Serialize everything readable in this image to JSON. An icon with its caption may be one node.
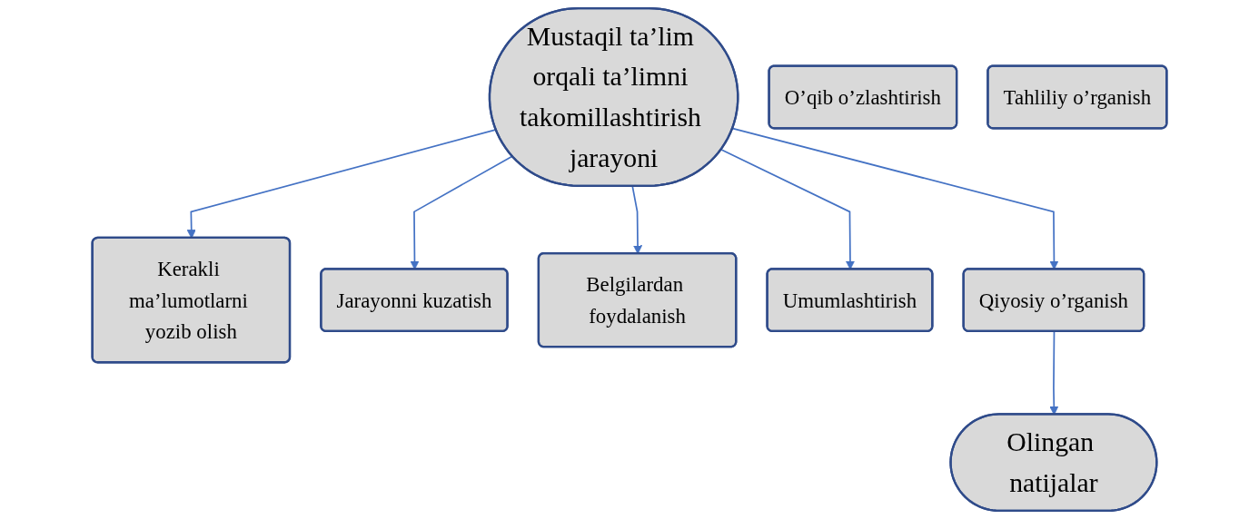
{
  "diagram": {
    "nodes": [
      {
        "text": [
          "Mustaqil ta’lim orqali ta’limni takomillashtirish jarayoni"
        ]
      },
      {
        "text": [
          "Kerakli ma’lumotlarni yozib olish"
        ]
      },
      {
        "text": [
          "Jarayonni kuzatish"
        ]
      },
      {
        "text": [
          "Belgilardan foydalanish"
        ]
      },
      {
        "text": [
          "O’qib o’zlashtirish"
        ]
      },
      {
        "text": [
          "Tahliliy o’rganish"
        ]
      },
      {
        "text": [
          "Umumlashtirish"
        ]
      },
      {
        "text": [
          "Qiyosiy o’rganish"
        ]
      },
      {
        "text": [
          "Olingan natijalar"
        ]
      }
    ],
    "edges": [
      {
        "from": 0,
        "to": 1,
        "arrow": "to"
      },
      {
        "from": 0,
        "to": 2,
        "arrow": "to"
      },
      {
        "from": 0,
        "to": 3,
        "arrow": "to"
      },
      {
        "from": 0,
        "to": 6,
        "arrow": "to"
      },
      {
        "from": 0,
        "to": 7,
        "arrow": "to"
      },
      {
        "from": 7,
        "to": 8,
        "arrow": "to"
      }
    ]
  }
}
